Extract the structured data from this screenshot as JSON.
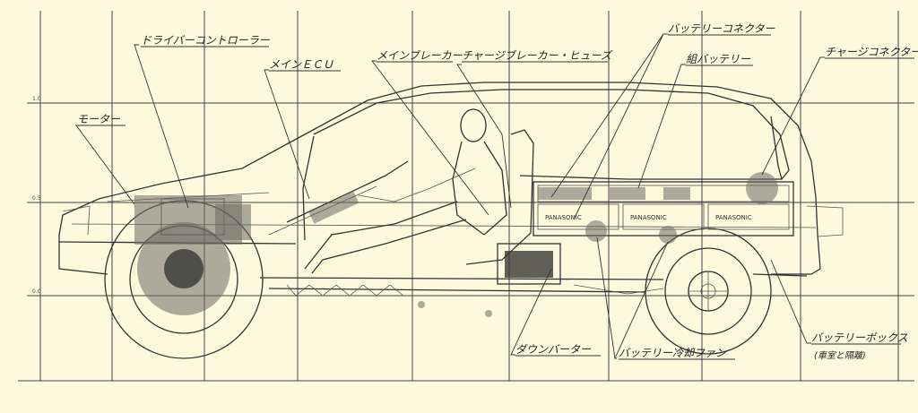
{
  "labels": {
    "driver_controller": "ドライバーコントローラー",
    "motor": "モーター",
    "main_ecu": "メインＥＣＵ",
    "main_breaker": "メインブレーカー",
    "charge_breaker_fuse": "チャージブレーカー・ヒューズ",
    "battery_connector": "バッテリーコネクター",
    "battery_pack": "組バッテリー",
    "charge_connector": "チャージコネクター",
    "downverter": "ダウンバーター",
    "battery_cooling_fan": "バッテリー冷却ファン",
    "battery_box": "バッテリーボックス",
    "battery_box_note": "(車室と隔離)"
  },
  "battery_brand": "PANASONIC"
}
